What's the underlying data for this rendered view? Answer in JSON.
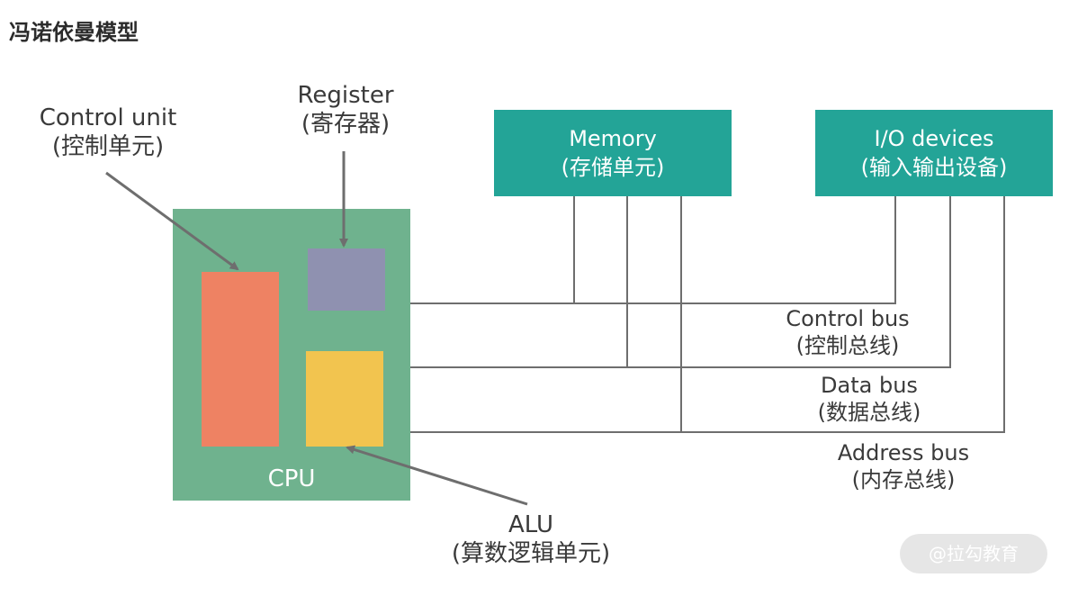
{
  "title": "冯诺依曼模型",
  "components": {
    "cpu": "CPU",
    "control_unit": {
      "en": "Control unit",
      "zh": "(控制单元)"
    },
    "register": {
      "en": "Register",
      "zh": "(寄存器)"
    },
    "alu": {
      "en": "ALU",
      "zh": "(算数逻辑单元)"
    },
    "memory": {
      "en": "Memory",
      "zh": "(存储单元)"
    },
    "io": {
      "en": "I/O devices",
      "zh": "(输入输出设备)"
    }
  },
  "buses": {
    "control": {
      "en": "Control bus",
      "zh": "(控制总线)"
    },
    "data": {
      "en": "Data bus",
      "zh": "(数据总线)"
    },
    "address": {
      "en": "Address bus",
      "zh": "(内存总线)"
    }
  },
  "watermark": "@拉勾教育",
  "colors": {
    "cpu": "#6fb28e",
    "control_unit": "#ee8263",
    "register": "#8f91b0",
    "alu": "#f2c44f",
    "memory_io": "#23a497",
    "line": "#6e6e6e"
  }
}
